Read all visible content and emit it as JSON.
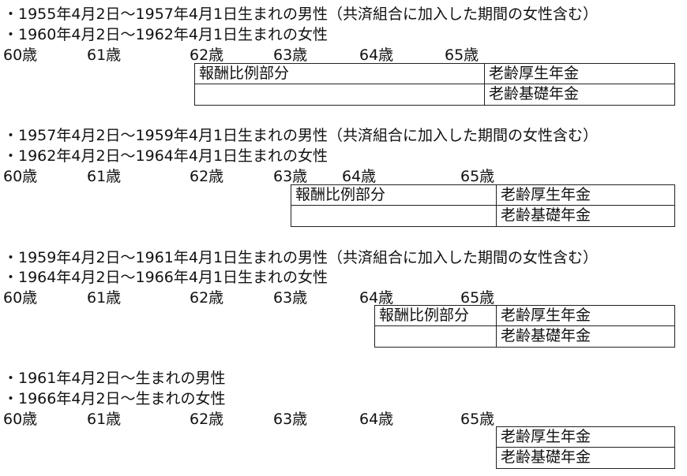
{
  "ages": [
    "60歳",
    "61歳",
    "62歳",
    "63歳",
    "64歳",
    "65歳"
  ],
  "labels": {
    "proportional": "報酬比例部分",
    "employees_pension": "老齢厚生年金",
    "basic_pension": "老齢基礎年金"
  },
  "groups": [
    {
      "male_line": "・1955年4月2日〜1957年4月1日生まれの男性（共済組合に加入した期間の女性含む）",
      "female_line": "・1960年4月2日〜1962年4月1日生まれの女性"
    },
    {
      "male_line": "・1957年4月2日〜1959年4月1日生まれの男性（共済組合に加入した期間の女性含む）",
      "female_line": "・1962年4月2日〜1964年4月1日生まれの女性"
    },
    {
      "male_line": "・1959年4月2日〜1961年4月1日生まれの男性（共済組合に加入した期間の女性含む）",
      "female_line": "・1964年4月2日〜1966年4月1日生まれの女性"
    },
    {
      "male_line": "・1961年4月2日〜生まれの男性",
      "female_line": "・1966年4月2日〜生まれの女性"
    }
  ]
}
